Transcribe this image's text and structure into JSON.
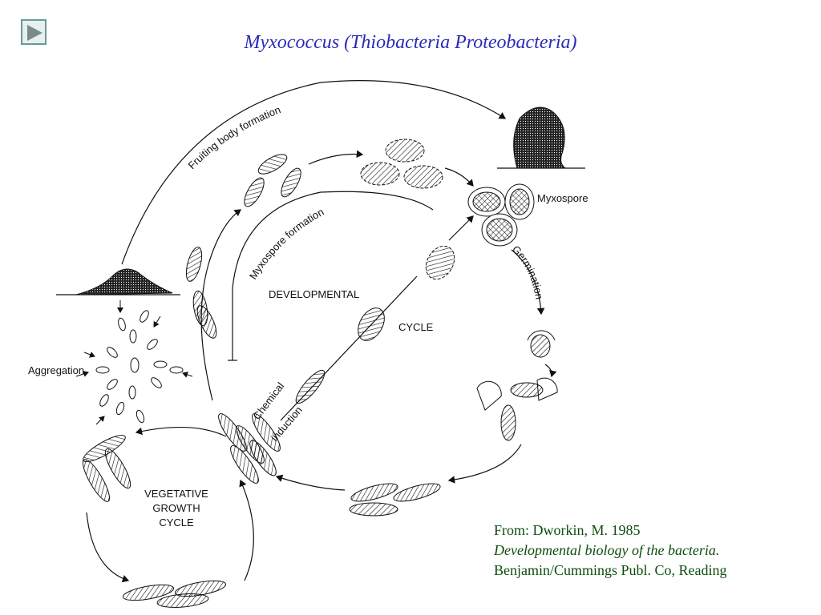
{
  "title": "Myxococcus (Thiobacteria Proteobacteria)",
  "nav": {
    "icon": "play-triangle-icon"
  },
  "labels": {
    "fruiting": "Fruiting body formation",
    "myxospore_formation": "Myxospore formation",
    "developmental": "DEVELOPMENTAL",
    "cycle": "CYCLE",
    "myxospore": "Myxospore",
    "germination": "Germination",
    "aggregation": "Aggregation",
    "chemical": "Chemical",
    "induction": "induction",
    "vegetative": [
      "VEGETATIVE",
      "GROWTH",
      "CYCLE"
    ]
  },
  "caption": {
    "line1": "From: Dworkin, M. 1985",
    "line2": "Developmental biology of the bacteria.",
    "line3": "Benjamin/Cummings Publ. Co, Reading"
  }
}
